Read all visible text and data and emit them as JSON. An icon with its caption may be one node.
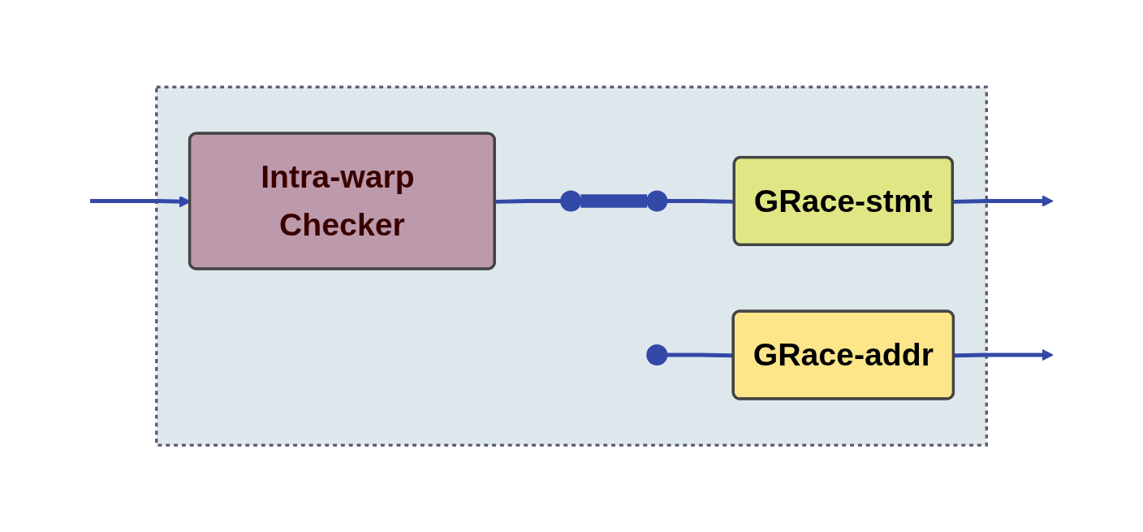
{
  "diagram": {
    "nodes": [
      {
        "text": [],
        "shape": "box"
      },
      {
        "text": [
          "Intra-warp Checker"
        ],
        "in": 0
      },
      {
        "text": [],
        "shape": "circle",
        "in": 0
      },
      {
        "text": [],
        "shape": "circle",
        "in": 0
      },
      {
        "text": [
          "GRace-stmt"
        ],
        "in": 0
      },
      {
        "text": [],
        "shape": "circle",
        "in": 0
      },
      {
        "text": [
          "GRace-addr"
        ],
        "in": 0
      }
    ],
    "edges": [
      {
        "from": null,
        "to": 1,
        "arrow": "to"
      },
      {
        "from": 1,
        "to": 2,
        "arrow": "none"
      },
      {
        "from": 2,
        "to": 3,
        "arrow": "none",
        "style": "thick"
      },
      {
        "from": 3,
        "to": 4,
        "arrow": "none"
      },
      {
        "from": 5,
        "to": 6,
        "arrow": "none"
      },
      {
        "from": 4,
        "to": null,
        "arrow": "to"
      },
      {
        "from": 6,
        "to": null,
        "arrow": "to"
      }
    ]
  }
}
